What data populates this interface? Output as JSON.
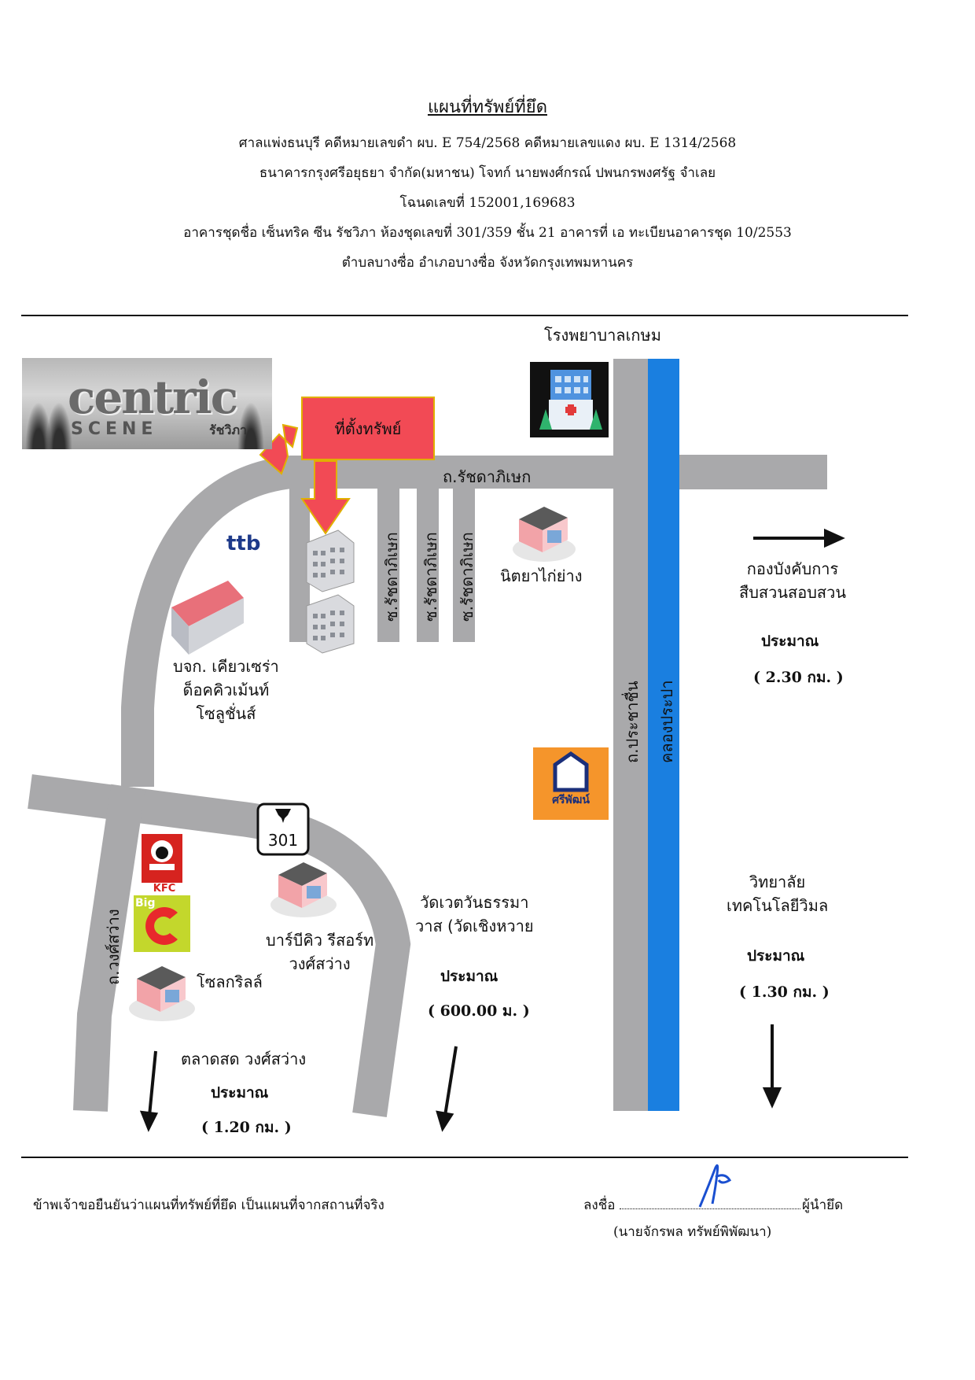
{
  "header": {
    "title": "แผนที่ทรัพย์ที่ยึด",
    "line1": "ศาลแพ่งธนบุรี  คดีหมายเลขดำ ผบ.  E 754/2568  คดีหมายเลขแดง ผบ. E 1314/2568",
    "line2": "ธนาคารกรุงศรีอยุธยา จำกัด(มหาชน) โจทก์  นายพงศ์กรณ์  ปพนกรพงศรัฐ   จำเลย",
    "line3": "โฉนดเลขที่  152001,169683",
    "line4": "อาคารชุดชื่อ เซ็นทริค ซีน รัชวิภา  ห้องชุดเลขที่ 301/359  ชั้น 21  อาคารที่  เอ  ทะเบียนอาคารชุด 10/2553",
    "line5": "ตำบลบางซื่อ  อำเภอบางซื่อ  จังหวัดกรุงเทพมหานคร"
  },
  "map": {
    "photo": {
      "brand_top": "centric",
      "brand_bottom": "SCENE",
      "brand_thai": "รัชวิภา"
    },
    "property_label": "ที่ตั้งทรัพย์",
    "hospital_label": "โรงพยาบาลเกษม",
    "road_ratchada": "ถ.รัชดาภิเษก",
    "soi_labels": [
      "ซ.รัชดาภิเษก",
      "ซ.รัชดาภิเษก",
      "ซ.รัชดาภิเษก"
    ],
    "road_prachachuen": "ถ.ประชาชื่น",
    "canal": "คลองประปา",
    "road_wongsawang": "ถ.วงศ์สว่าง",
    "route_number": "301",
    "ttb": "ttb",
    "kfc": "KFC",
    "bigc_top": "Big",
    "bigc_bottom": "C",
    "sripatum_logo": "ศรีพัฒน์",
    "kyocera_label": [
      "บจก. เคียวเซร่า",
      "ด็อคคิวเม้นท์",
      "โซลูชั่นส์"
    ],
    "nitaya_label": "นิตยาไก่ย่าง",
    "bbq_label": [
      "บาร์บีคิว รีสอร์ท",
      "วงศ์สว่าง"
    ],
    "solgrill_label": "โซลกริลล์",
    "east_dest": {
      "name": [
        "กองบังคับการ",
        "สืบสวนสอบสวน"
      ],
      "approx": "ประมาณ",
      "dist": "( 2.30 กม. )"
    },
    "south_right_dest": {
      "name": [
        "วิทยาลัย",
        "เทคโนโลยีวิมล"
      ],
      "approx": "ประมาณ",
      "dist": "( 1.30 กม. )"
    },
    "south_mid_dest": {
      "name": [
        "วัดเวตวันธรรมา",
        "วาส (วัดเชิงหวาย"
      ],
      "approx": "ประมาณ",
      "dist": "( 600.00 ม. )"
    },
    "south_left_dest": {
      "name": "ตลาดสด วงศ์สว่าง",
      "approx": "ประมาณ",
      "dist": "( 1.20 กม. )"
    },
    "colors": {
      "road": "#a9a9ab",
      "canal": "#1a7fe0",
      "target": "#f24a55",
      "arrow": "#f24a55"
    }
  },
  "footer": {
    "statement": "ข้าพเจ้าขอยืนยันว่าแผนที่ทรัพย์ที่ยึด เป็นแผนที่จากสถานที่จริง",
    "sign_prefix": "ลงชื่อ",
    "sign_suffix": "ผู้นำยึด",
    "signer": "(นายจักรพล    ทรัพย์พิพัฒนา)"
  }
}
